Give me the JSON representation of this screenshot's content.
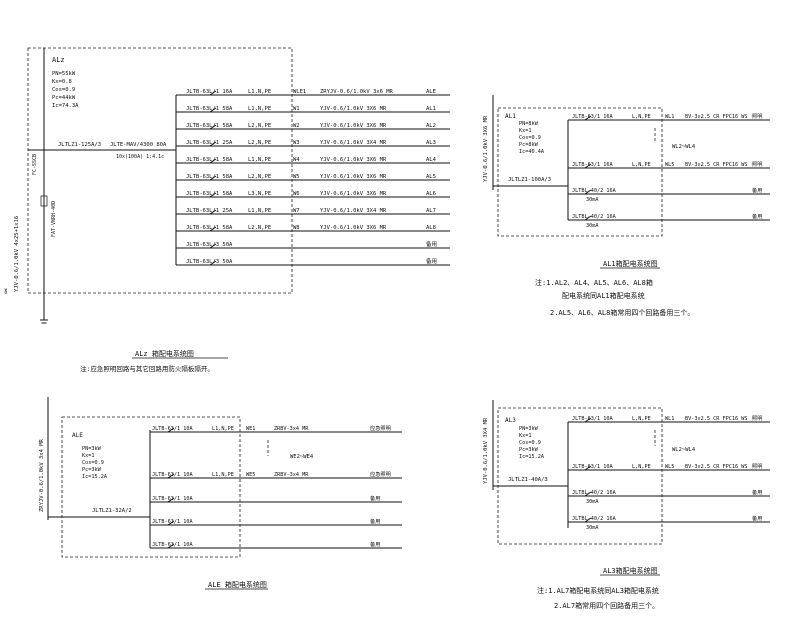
{
  "alz": {
    "box_name": "ALz",
    "params": [
      "PN=55kW",
      "Kx=0.8",
      "Cos=0.9",
      "Pc=44kW",
      "Ic=74.3A"
    ],
    "main_breaker": "JLTLZ1-125A/3",
    "meter_breaker": "JLTE-MAV/4300 80A",
    "meter_note": "10x(100A) 1:4.1c",
    "vertical_cable": "YJV-0.6/1.0kV 4x25+1x16",
    "vertical_spd": "FC-SSCB",
    "vertical_spd2": "FAT-VNRH-40D",
    "circuits": [
      {
        "breaker": "JLTB-63L/1 16A",
        "phase": "L1,N,PE",
        "id": "WLE1",
        "cable": "ZRYJV-0.6/1.0kV 3x6 MR",
        "dest": "ALE"
      },
      {
        "breaker": "JLTB-63L/1 58A",
        "phase": "L1,N,PE",
        "id": "W1",
        "cable": "YJV-0.6/1.0kV 3X6 MR",
        "dest": "AL1"
      },
      {
        "breaker": "JLTB-63L/1 58A",
        "phase": "L2,N,PE",
        "id": "W2",
        "cable": "YJV-0.6/1.0kV 3X6 MR",
        "dest": "AL2"
      },
      {
        "breaker": "JLTB-63L/1 25A",
        "phase": "L2,N,PE",
        "id": "W3",
        "cable": "YJV-0.6/1.0kV 3X4 MR",
        "dest": "AL3"
      },
      {
        "breaker": "JLTB-63L/1 58A",
        "phase": "L1,N,PE",
        "id": "W4",
        "cable": "YJV-0.6/1.0kV 3X6 MR",
        "dest": "AL4"
      },
      {
        "breaker": "JLTB-63L/1 58A",
        "phase": "L2,N,PE",
        "id": "W5",
        "cable": "YJV-0.6/1.0kV 3X6 MR",
        "dest": "AL5"
      },
      {
        "breaker": "JLTB-63L/1 58A",
        "phase": "L3,N,PE",
        "id": "W6",
        "cable": "YJV-0.6/1.0kV 3X6 MR",
        "dest": "AL6"
      },
      {
        "breaker": "JLTB-63L/1 25A",
        "phase": "L1,N,PE",
        "id": "W7",
        "cable": "YJV-0.6/1.0kV 3X4 MR",
        "dest": "AL7"
      },
      {
        "breaker": "JLTB-63L/1 58A",
        "phase": "L2,N,PE",
        "id": "W8",
        "cable": "YJV-0.6/1.0kV 3X6 MR",
        "dest": "AL8"
      },
      {
        "breaker": "JLTB-63L/3 50A",
        "phase": "",
        "id": "",
        "cable": "",
        "dest": "备用"
      },
      {
        "breaker": "JLTB-63L/3 50A",
        "phase": "",
        "id": "",
        "cable": "",
        "dest": "备用"
      }
    ],
    "title": "ALz 箱配电系统图",
    "note": "注:应急照明回路与其它回路用防火隔板隔开。"
  },
  "al1": {
    "box_name": "AL1",
    "params": [
      "PN=8kW",
      "Kx=1",
      "Cos=0.9",
      "Pc=8kW",
      "Ic=40.4A"
    ],
    "main_breaker": "JLTLZ1-100A/3",
    "vertical_cable": "YJV-0.6/1.0kV 3X6 MR",
    "circuits": [
      {
        "breaker": "JLTB-63/1 16A",
        "phase": "L,N,PE",
        "id": "WL1",
        "cable": "BV-3x2.5 CR FPC16 WS",
        "dest": "照明"
      },
      {
        "breaker": "JLTB-63/1 16A",
        "phase": "L,N,PE",
        "id": "WL5",
        "cable": "BV-3x2.5 CR FPC16 WS",
        "dest": "照明"
      },
      {
        "breaker": "JLTBL-40/2 16A",
        "sub": "30mA",
        "dest": "备用"
      },
      {
        "breaker": "JLTBL-40/2 16A",
        "sub": "30mA",
        "dest": "备用"
      }
    ],
    "mid_label": "WL2~WL4",
    "title": "AL1箱配电系统图",
    "note1": "注:1.AL2、AL4、AL5、AL6、AL8箱",
    "note2": "配电系统同AL1箱配电系统",
    "note3": "2.AL5、AL6、AL8箱常用四个回路备用三个。"
  },
  "ale": {
    "box_name": "ALE",
    "params": [
      "PN=3kW",
      "Kx=1",
      "Cos=0.9",
      "Pc=3kW",
      "Ic=15.2A"
    ],
    "main_breaker": "JLTLZ1-32A/2",
    "vertical_cable": "ZRYJV-0.6/1.0kV 3x4 MR",
    "circuits": [
      {
        "breaker": "JLTB-63/1 10A",
        "phase": "L1,N,PE",
        "id": "WE1",
        "cable": "ZRBV-3x4 MR",
        "dest": "应急照明"
      },
      {
        "breaker": "JLTB-63/1 10A",
        "phase": "L1,N,PE",
        "id": "WE5",
        "cable": "ZRBV-3x4 MR",
        "dest": "应急照明"
      },
      {
        "breaker": "JLTB-63/1 10A",
        "dest": "备用"
      },
      {
        "breaker": "JLTB-63/1 10A",
        "dest": "备用"
      },
      {
        "breaker": "JLTB-63/1 10A",
        "dest": "备用"
      }
    ],
    "mid_label": "WE2~WE4",
    "title": "ALE 箱配电系统图"
  },
  "al3": {
    "box_name": "AL3",
    "params": [
      "PN=3kW",
      "Kx=1",
      "Cos=0.9",
      "Pc=3kW",
      "Ic=15.2A"
    ],
    "main_breaker": "JLTLZ1-40A/3",
    "vertical_cable": "YJV-0.6/1.0kV 3X4 MR",
    "circuits": [
      {
        "breaker": "JLTB-63/1 10A",
        "phase": "L,N,PE",
        "id": "WL1",
        "cable": "BV-3x2.5 CR FPC16 WS",
        "dest": "照明"
      },
      {
        "breaker": "JLTB-63/1 10A",
        "phase": "L,N,PE",
        "id": "WL5",
        "cable": "BV-3x2.5 CR FPC16 WS",
        "dest": "照明"
      },
      {
        "breaker": "JLTBL-40/2 16A",
        "sub": "30mA",
        "dest": "备用"
      },
      {
        "breaker": "JLTBL-40/2 16A",
        "sub": "30mA",
        "dest": "备用"
      }
    ],
    "mid_label": "WL2~WL4",
    "title": "AL3箱配电系统图",
    "note1": "注:1.AL7箱配电系统同AL3箱配电系统",
    "note2": "2.AL7箱常用四个回路备用三个。"
  }
}
